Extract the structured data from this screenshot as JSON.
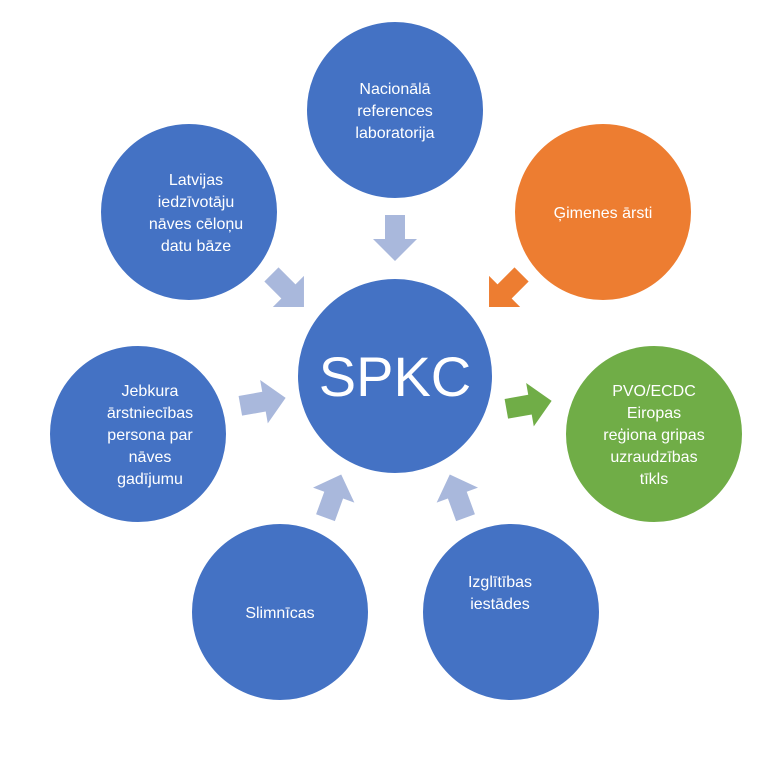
{
  "colors": {
    "node_blue": "#4472C4",
    "node_orange": "#ED7D31",
    "node_green": "#70AD47",
    "arrow_light": "#A9B8DC",
    "arrow_orange": "#ED7D31",
    "arrow_green": "#70AD47",
    "stroke": "#ffffff"
  },
  "center": {
    "label": "SPKC"
  },
  "nodes": {
    "top": {
      "lines": [
        "Nacionālā",
        "references",
        "laboratorija"
      ]
    },
    "top_left": {
      "lines": [
        "Latvijas",
        "iedzīvotāju",
        "nāves cēloņu",
        "datu bāze"
      ]
    },
    "top_right": {
      "lines": [
        "Ģimenes ārsti"
      ]
    },
    "left": {
      "lines": [
        "Jebkura",
        "ārstniecības",
        "persona par",
        "nāves",
        "gadījumu"
      ]
    },
    "right": {
      "lines": [
        "PVO/ECDC",
        "Eiropas",
        "reģiona gripas",
        "uzraudzības",
        "tīkls"
      ]
    },
    "bottom_left": {
      "lines": [
        "Slimnīcas"
      ]
    },
    "bottom_right": {
      "lines": [
        "Izglītības",
        "iestādes"
      ]
    }
  },
  "arrows": {
    "top": {
      "direction": "inward",
      "color": "light"
    },
    "top_left": {
      "direction": "inward",
      "color": "light"
    },
    "top_right": {
      "direction": "inward",
      "color": "orange"
    },
    "left": {
      "direction": "inward",
      "color": "light"
    },
    "right": {
      "direction": "outward",
      "color": "green"
    },
    "bottom_left": {
      "direction": "inward",
      "color": "light"
    },
    "bottom_right": {
      "direction": "inward",
      "color": "light"
    }
  }
}
